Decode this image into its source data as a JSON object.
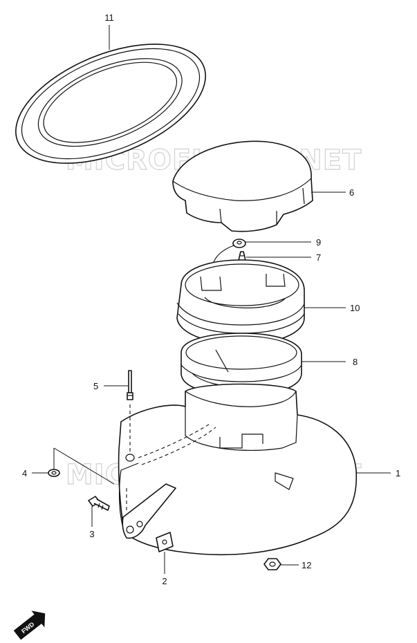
{
  "watermark": "MICROFICHES.NET",
  "direction_badge": "FWD",
  "callouts": [
    {
      "id": "11",
      "label": "11"
    },
    {
      "id": "6",
      "label": "6"
    },
    {
      "id": "9",
      "label": "9"
    },
    {
      "id": "7",
      "label": "7"
    },
    {
      "id": "10",
      "label": "10"
    },
    {
      "id": "8",
      "label": "8"
    },
    {
      "id": "5",
      "label": "5"
    },
    {
      "id": "4",
      "label": "4"
    },
    {
      "id": "1",
      "label": "1"
    },
    {
      "id": "3",
      "label": "3"
    },
    {
      "id": "2",
      "label": "2"
    },
    {
      "id": "12",
      "label": "12"
    }
  ]
}
